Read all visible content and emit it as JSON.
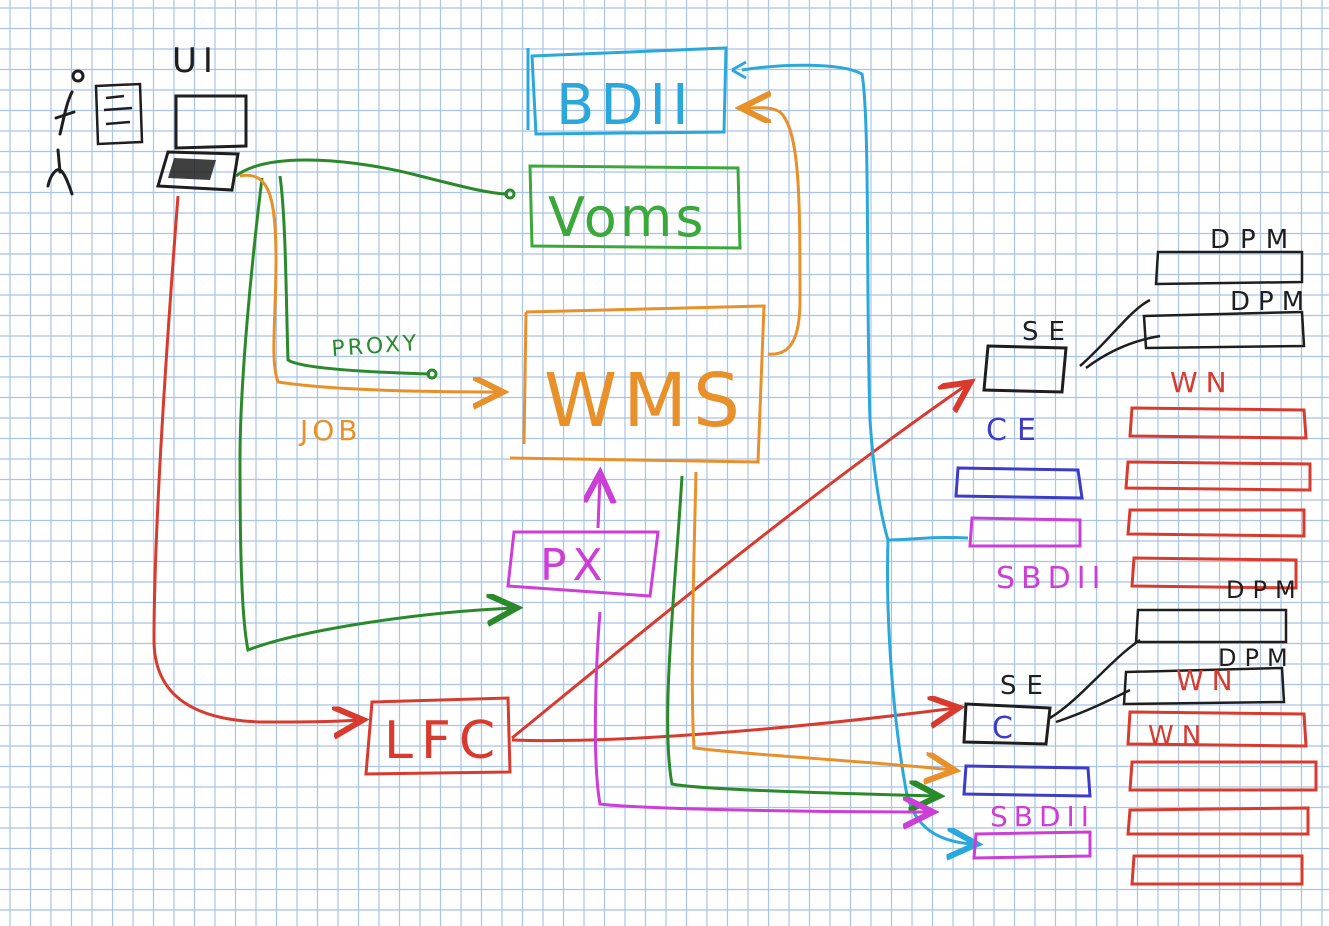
{
  "labels": {
    "ui": "UI",
    "bdii": "BDII",
    "voms": "Voms",
    "wms": "WMS",
    "proxy": "PROXY",
    "job": "JOB",
    "px": "PX",
    "lfc": "LFC",
    "se_top": "SE",
    "ce_top": "CE",
    "sbdii_top": "SBDII",
    "wn_top": "WN",
    "dpm_1": "DPM",
    "dpm_2": "DPM",
    "se_bottom": "SE",
    "ce_bottom": "C",
    "sbdii_bottom": "SBDII",
    "dpm_3": "DPM",
    "dpm_4": "DPM",
    "wn_bottom_1": "WN",
    "wn_bottom_2": "WN"
  },
  "colors": {
    "grid": "#a9c4e6",
    "bdii": "#2aa8dc",
    "voms": "#3aa83a",
    "wms": "#e8902a",
    "px": "#cc3ed6",
    "lfc": "#d93a2e",
    "ce": "#3c3cc8",
    "ink": "#1e1e1e",
    "dark_green": "#2a8a2a"
  }
}
